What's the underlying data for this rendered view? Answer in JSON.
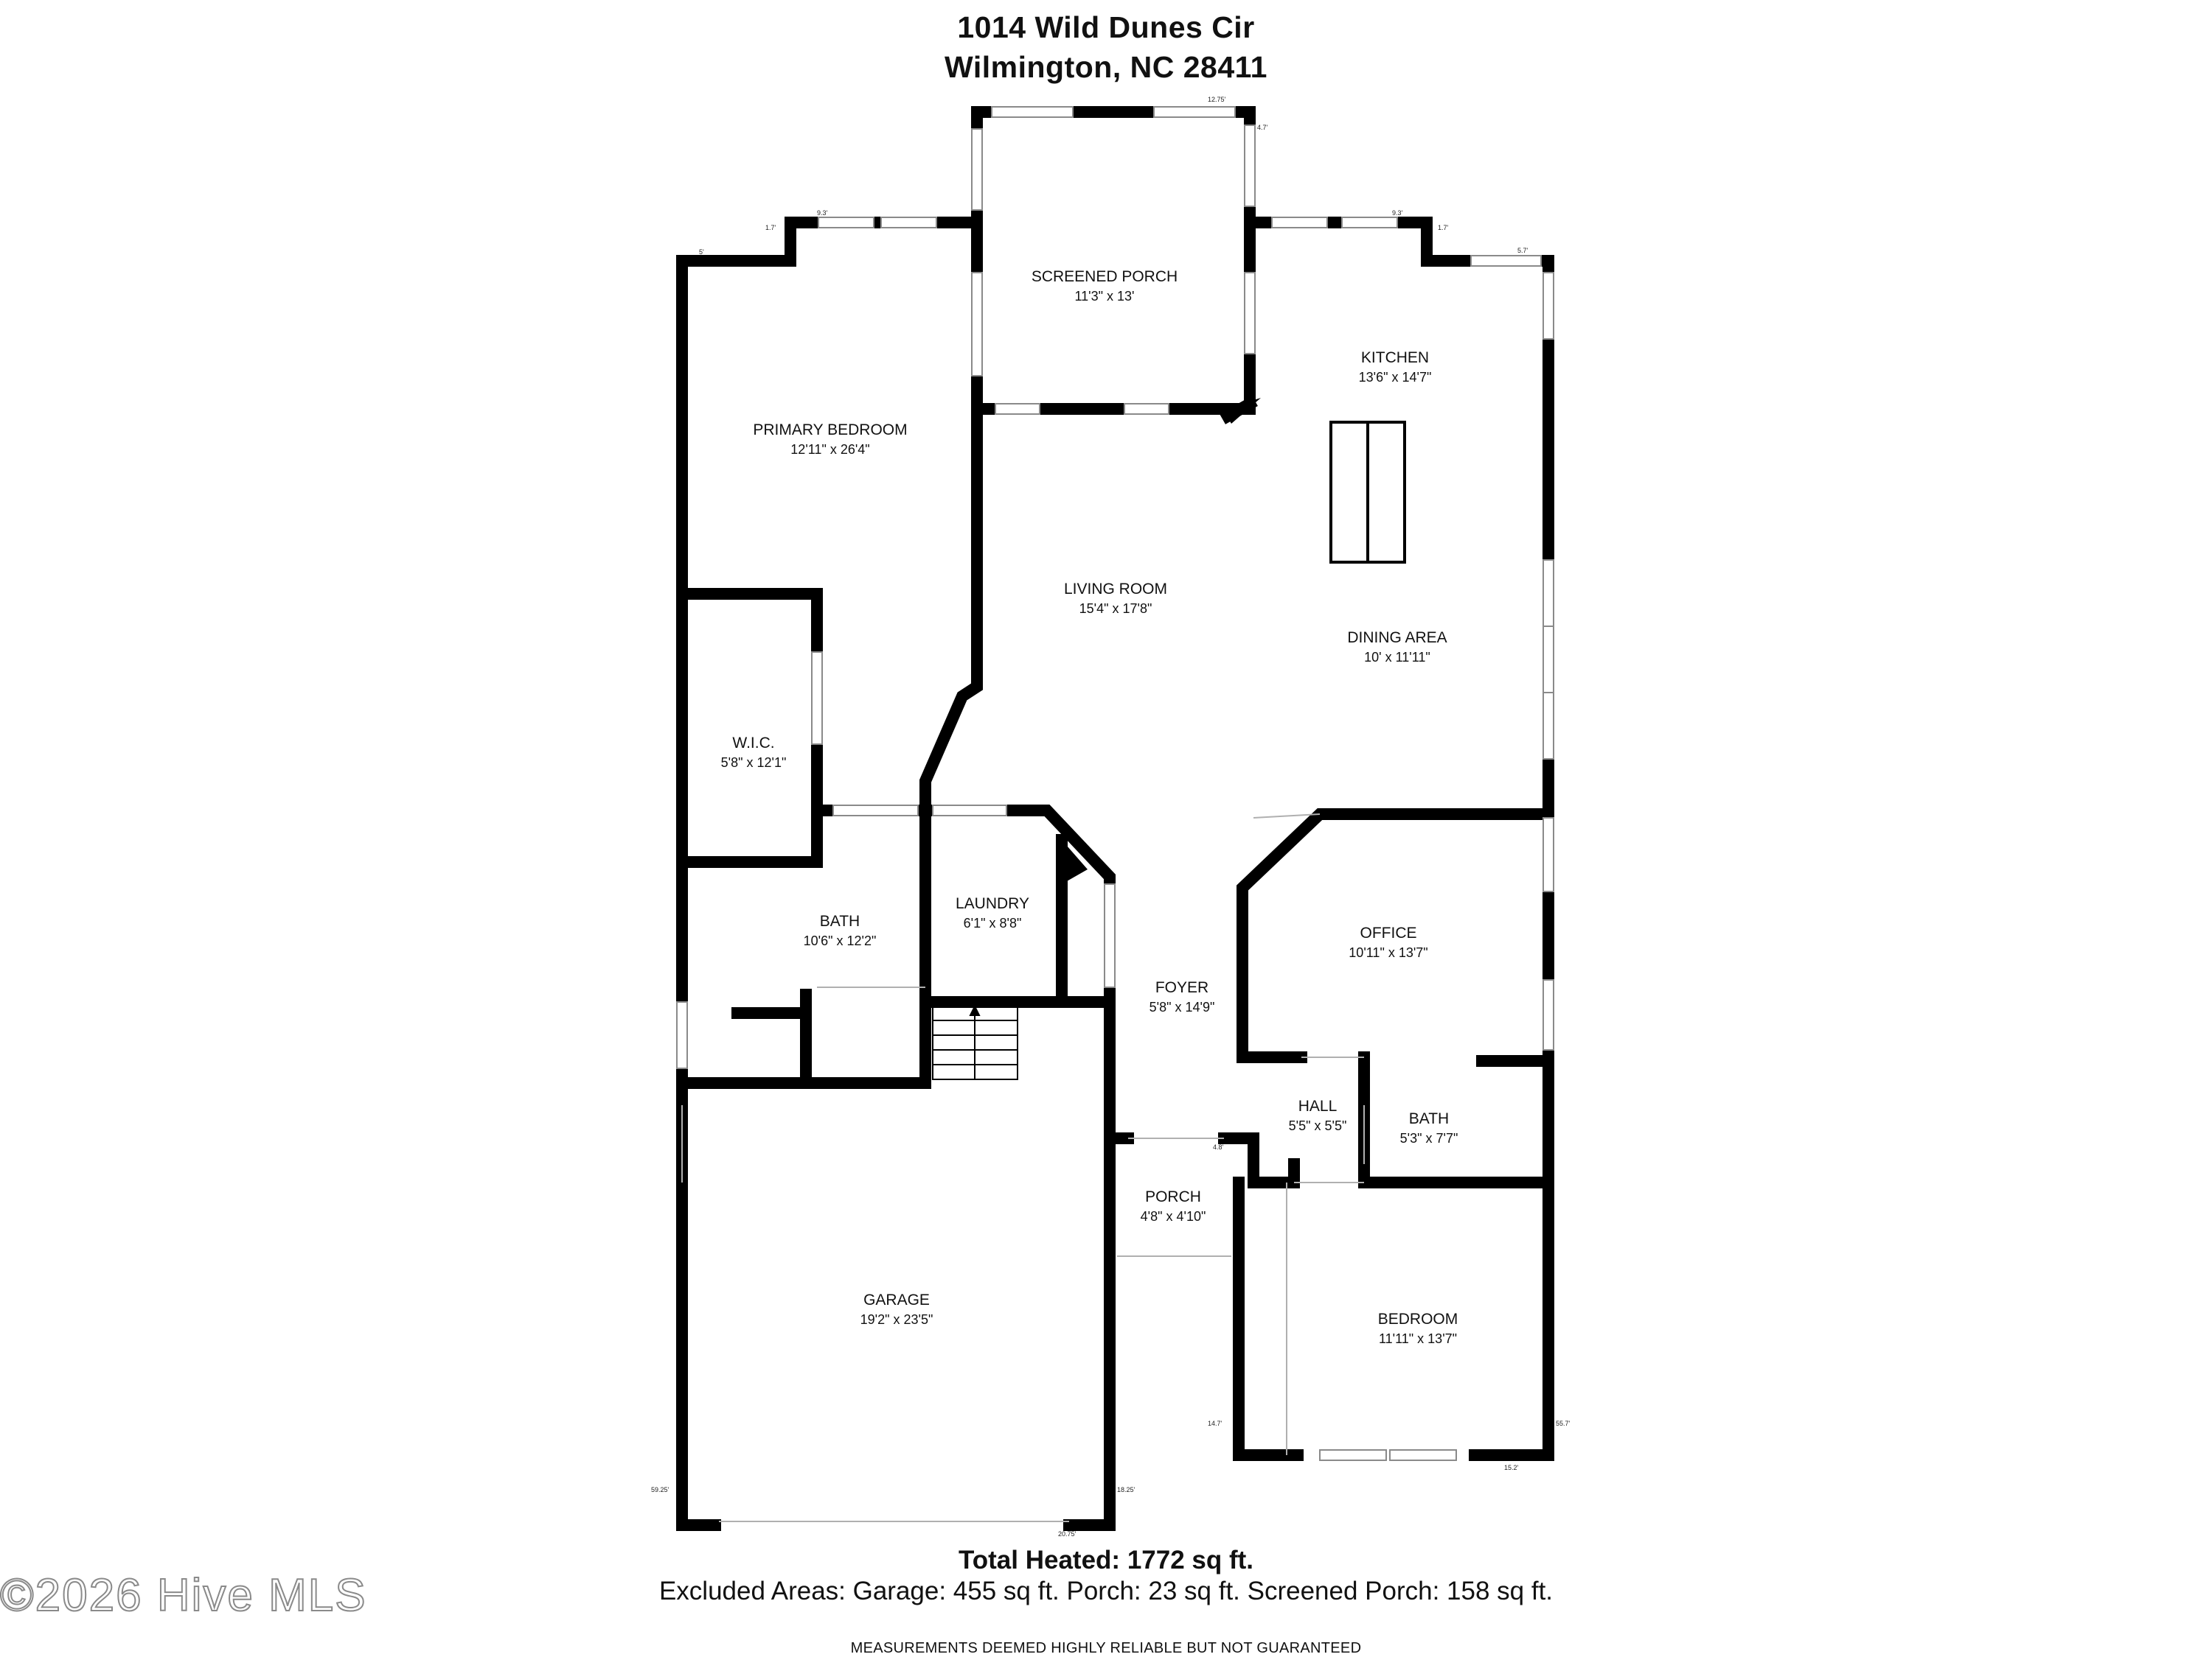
{
  "header": {
    "address_line1": "1014 Wild Dunes Cir",
    "address_line2": "Wilmington, NC 28411"
  },
  "rooms": {
    "screened_porch": {
      "name": "SCREENED PORCH",
      "dims": "11'3\" x 13'"
    },
    "kitchen": {
      "name": "KITCHEN",
      "dims": "13'6\" x 14'7\""
    },
    "primary_bedroom": {
      "name": "PRIMARY BEDROOM",
      "dims": "12'11\" x 26'4\""
    },
    "living_room": {
      "name": "LIVING ROOM",
      "dims": "15'4\" x 17'8\""
    },
    "dining_area": {
      "name": "DINING AREA",
      "dims": "10' x 11'11\""
    },
    "wic": {
      "name": "W.I.C.",
      "dims": "5'8\" x 12'1\""
    },
    "laundry": {
      "name": "LAUNDRY",
      "dims": "6'1\" x 8'8\""
    },
    "bath_primary": {
      "name": "BATH",
      "dims": "10'6\" x 12'2\""
    },
    "office": {
      "name": "OFFICE",
      "dims": "10'11\" x 13'7\""
    },
    "foyer": {
      "name": "FOYER",
      "dims": "5'8\" x 14'9\""
    },
    "hall": {
      "name": "HALL",
      "dims": "5'5\" x 5'5\""
    },
    "bath_secondary": {
      "name": "BATH",
      "dims": "5'3\" x 7'7\""
    },
    "porch": {
      "name": "PORCH",
      "dims": "4'8\" x 4'10\""
    },
    "garage": {
      "name": "GARAGE",
      "dims": "19'2\" x 23'5\""
    },
    "bedroom": {
      "name": "BEDROOM",
      "dims": "11'11\" x 13'7\""
    }
  },
  "wall_labels": {
    "l_12_75": "12.75'",
    "l_4_7": "4.7'",
    "l_9_3_a": "9.3'",
    "l_1_7_a": "1.7'",
    "l_5": "5'",
    "l_9_3_b": "9.3'",
    "l_1_7_b": "1.7'",
    "l_5_7": "5.7'",
    "l_4_8": "4.8'",
    "l_14_7": "14.7'",
    "l_55_7": "55.7'",
    "l_15_2": "15.2'",
    "l_59_25": "59.25'",
    "l_18_25": "18.25'",
    "l_20_75": "20.75'"
  },
  "footer": {
    "total_label": "Total Heated:",
    "total_value": "1772 sq ft.",
    "excluded": "Excluded Areas: Garage: 455 sq ft. Porch: 23 sq ft. Screened Porch: 158 sq ft.",
    "disclaimer": "MEASUREMENTS DEEMED HIGHLY RELIABLE BUT NOT GUARANTEED",
    "watermark": "©2026 Hive MLS"
  },
  "colors": {
    "wall": "#000000",
    "window": "#9a9a9a",
    "background": "#ffffff"
  }
}
